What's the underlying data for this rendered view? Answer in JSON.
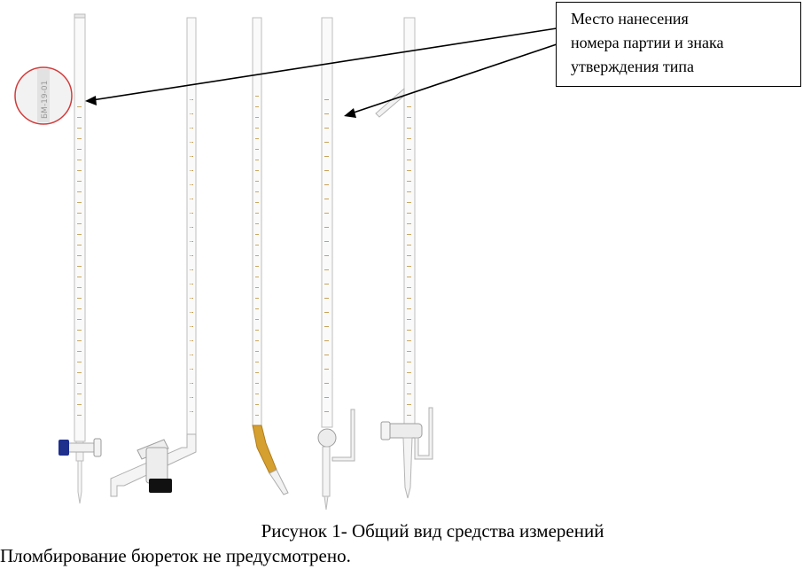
{
  "callout": {
    "lines": [
      "Место нанесения",
      "номера партии  и знака",
      "утверждения  типа"
    ]
  },
  "magnifier": {
    "label": "БМ-19-01"
  },
  "caption": "Рисунок 1- Общий вид средства измерений",
  "note": "Пломбирование бюреток не предусмотрено.",
  "colors": {
    "glass": "#c9c9c9",
    "scale_marks": "#b89a4a",
    "stopcock_blue": "#1e2f8c",
    "tube_orange": "#d6a030",
    "cap_black": "#111111",
    "magnifier_ring": "#d23a3a"
  },
  "figure_items": [
    "burette-blue-stopcock",
    "burette-side-stopcock",
    "burette-rubber-tube",
    "burette-glass-stopcock",
    "burette-side-tube"
  ]
}
